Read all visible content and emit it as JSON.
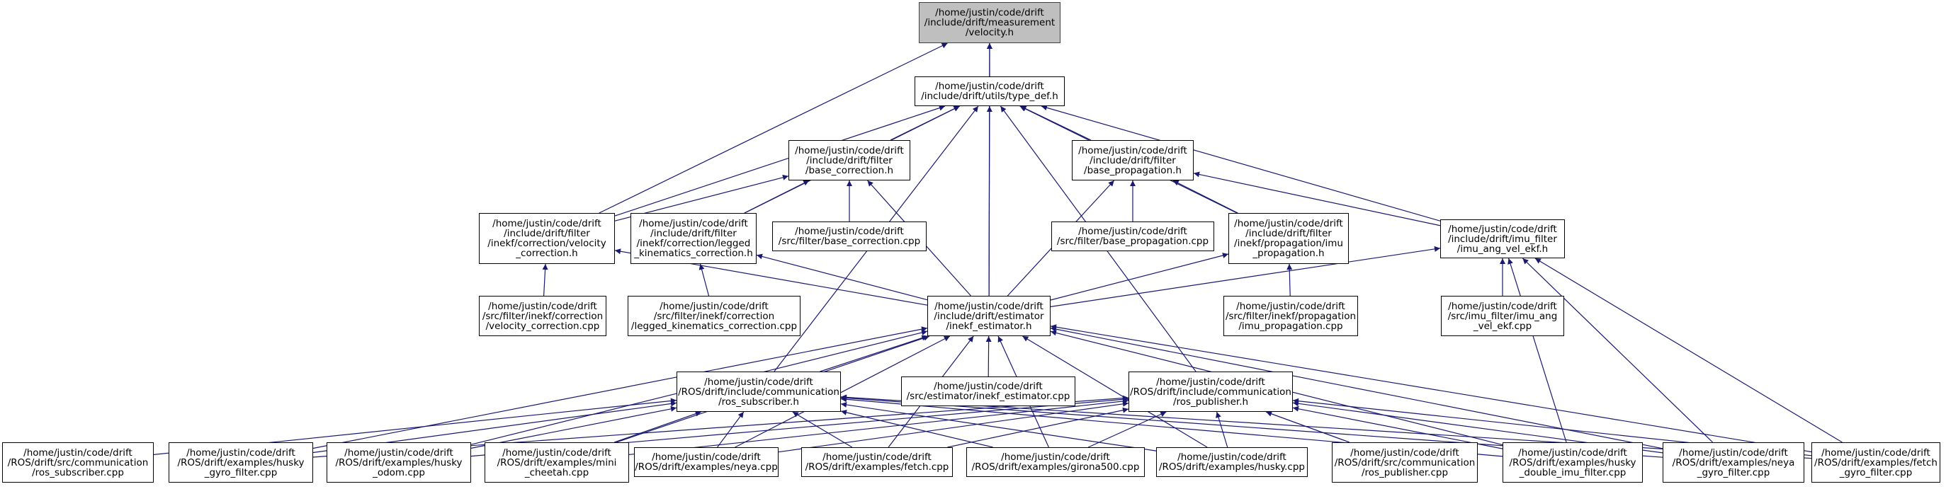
{
  "graph": {
    "edge_color": "#191970",
    "focus_fill": "#bfbfbf",
    "nodes": [
      {
        "id": "velocity_h",
        "label": "/home/justin/code/drift\n/include/drift/measurement\n/velocity.h",
        "focus": true
      },
      {
        "id": "type_def_h",
        "label": "/home/justin/code/drift\n/include/drift/utils/type_def.h"
      },
      {
        "id": "base_correction_h",
        "label": "/home/justin/code/drift\n/include/drift/filter\n/base_correction.h"
      },
      {
        "id": "base_propagation_h",
        "label": "/home/justin/code/drift\n/include/drift/filter\n/base_propagation.h"
      },
      {
        "id": "velocity_correction_h",
        "label": "/home/justin/code/drift\n/include/drift/filter\n/inekf/correction/velocity\n_correction.h"
      },
      {
        "id": "legged_kinematics_correction_h",
        "label": "/home/justin/code/drift\n/include/drift/filter\n/inekf/correction/legged\n_kinematics_correction.h"
      },
      {
        "id": "base_correction_cpp",
        "label": "/home/justin/code/drift\n/src/filter/base_correction.cpp"
      },
      {
        "id": "base_propagation_cpp",
        "label": "/home/justin/code/drift\n/src/filter/base_propagation.cpp"
      },
      {
        "id": "imu_propagation_h",
        "label": "/home/justin/code/drift\n/include/drift/filter\n/inekf/propagation/imu\n_propagation.h"
      },
      {
        "id": "imu_ang_vel_ekf_h",
        "label": "/home/justin/code/drift\n/include/drift/imu_filter\n/imu_ang_vel_ekf.h"
      },
      {
        "id": "velocity_correction_cpp",
        "label": "/home/justin/code/drift\n/src/filter/inekf/correction\n/velocity_correction.cpp"
      },
      {
        "id": "legged_kinematics_correction_cpp",
        "label": "/home/justin/code/drift\n/src/filter/inekf/correction\n/legged_kinematics_correction.cpp"
      },
      {
        "id": "inekf_estimator_h",
        "label": "/home/justin/code/drift\n/include/drift/estimator\n/inekf_estimator.h"
      },
      {
        "id": "imu_propagation_cpp",
        "label": "/home/justin/code/drift\n/src/filter/inekf/propagation\n/imu_propagation.cpp"
      },
      {
        "id": "imu_ang_vel_ekf_cpp",
        "label": "/home/justin/code/drift\n/src/imu_filter/imu_ang\n_vel_ekf.cpp"
      },
      {
        "id": "ros_subscriber_h",
        "label": "/home/justin/code/drift\n/ROS/drift/include/communication\n/ros_subscriber.h"
      },
      {
        "id": "inekf_estimator_cpp",
        "label": "/home/justin/code/drift\n/src/estimator/inekf_estimator.cpp"
      },
      {
        "id": "ros_publisher_h",
        "label": "/home/justin/code/drift\n/ROS/drift/include/communication\n/ros_publisher.h"
      },
      {
        "id": "ros_subscriber_cpp",
        "label": "/home/justin/code/drift\n/ROS/drift/src/communication\n/ros_subscriber.cpp"
      },
      {
        "id": "husky_gyro_filter_cpp",
        "label": "/home/justin/code/drift\n/ROS/drift/examples/husky\n_gyro_filter.cpp"
      },
      {
        "id": "husky_odom_cpp",
        "label": "/home/justin/code/drift\n/ROS/drift/examples/husky\n_odom.cpp"
      },
      {
        "id": "mini_cheetah_cpp",
        "label": "/home/justin/code/drift\n/ROS/drift/examples/mini\n_cheetah.cpp"
      },
      {
        "id": "neya_cpp",
        "label": "/home/justin/code/drift\n/ROS/drift/examples/neya.cpp"
      },
      {
        "id": "fetch_cpp",
        "label": "/home/justin/code/drift\n/ROS/drift/examples/fetch.cpp"
      },
      {
        "id": "girona500_cpp",
        "label": "/home/justin/code/drift\n/ROS/drift/examples/girona500.cpp"
      },
      {
        "id": "husky_cpp",
        "label": "/home/justin/code/drift\n/ROS/drift/examples/husky.cpp"
      },
      {
        "id": "ros_publisher_cpp",
        "label": "/home/justin/code/drift\n/ROS/drift/src/communication\n/ros_publisher.cpp"
      },
      {
        "id": "husky_double_imu_filter_cpp",
        "label": "/home/justin/code/drift\n/ROS/drift/examples/husky\n_double_imu_filter.cpp"
      },
      {
        "id": "neya_gyro_filter_cpp",
        "label": "/home/justin/code/drift\n/ROS/drift/examples/neya\n_gyro_filter.cpp"
      },
      {
        "id": "fetch_gyro_filter_cpp",
        "label": "/home/justin/code/drift\n/ROS/drift/examples/fetch\n_gyro_filter.cpp"
      }
    ],
    "edges": [
      [
        "type_def_h",
        "velocity_h"
      ],
      [
        "velocity_correction_h",
        "velocity_h"
      ],
      [
        "inekf_estimator_h",
        "velocity_h"
      ],
      [
        "base_correction_h",
        "type_def_h"
      ],
      [
        "base_propagation_h",
        "type_def_h"
      ],
      [
        "velocity_correction_h",
        "type_def_h"
      ],
      [
        "legged_kinematics_correction_h",
        "type_def_h"
      ],
      [
        "imu_propagation_h",
        "type_def_h"
      ],
      [
        "imu_ang_vel_ekf_h",
        "type_def_h"
      ],
      [
        "inekf_estimator_h",
        "type_def_h"
      ],
      [
        "ros_subscriber_h",
        "type_def_h"
      ],
      [
        "ros_publisher_h",
        "type_def_h"
      ],
      [
        "velocity_correction_h",
        "base_correction_h"
      ],
      [
        "legged_kinematics_correction_h",
        "base_correction_h"
      ],
      [
        "base_correction_cpp",
        "base_correction_h"
      ],
      [
        "inekf_estimator_h",
        "base_correction_h"
      ],
      [
        "base_propagation_cpp",
        "base_propagation_h"
      ],
      [
        "imu_propagation_h",
        "base_propagation_h"
      ],
      [
        "imu_ang_vel_ekf_h",
        "base_propagation_h"
      ],
      [
        "inekf_estimator_h",
        "base_propagation_h"
      ],
      [
        "velocity_correction_cpp",
        "velocity_correction_h"
      ],
      [
        "inekf_estimator_h",
        "velocity_correction_h"
      ],
      [
        "legged_kinematics_correction_cpp",
        "legged_kinematics_correction_h"
      ],
      [
        "inekf_estimator_h",
        "legged_kinematics_correction_h"
      ],
      [
        "imu_propagation_cpp",
        "imu_propagation_h"
      ],
      [
        "inekf_estimator_h",
        "imu_propagation_h"
      ],
      [
        "imu_ang_vel_ekf_cpp",
        "imu_ang_vel_ekf_h"
      ],
      [
        "inekf_estimator_h",
        "imu_ang_vel_ekf_h"
      ],
      [
        "husky_double_imu_filter_cpp",
        "imu_ang_vel_ekf_h"
      ],
      [
        "neya_gyro_filter_cpp",
        "imu_ang_vel_ekf_h"
      ],
      [
        "fetch_gyro_filter_cpp",
        "imu_ang_vel_ekf_h"
      ],
      [
        "ros_subscriber_h",
        "inekf_estimator_h"
      ],
      [
        "inekf_estimator_cpp",
        "inekf_estimator_h"
      ],
      [
        "husky_gyro_filter_cpp",
        "inekf_estimator_h"
      ],
      [
        "husky_odom_cpp",
        "inekf_estimator_h"
      ],
      [
        "mini_cheetah_cpp",
        "inekf_estimator_h"
      ],
      [
        "neya_cpp",
        "inekf_estimator_h"
      ],
      [
        "fetch_cpp",
        "inekf_estimator_h"
      ],
      [
        "girona500_cpp",
        "inekf_estimator_h"
      ],
      [
        "husky_cpp",
        "inekf_estimator_h"
      ],
      [
        "husky_double_imu_filter_cpp",
        "inekf_estimator_h"
      ],
      [
        "neya_gyro_filter_cpp",
        "inekf_estimator_h"
      ],
      [
        "fetch_gyro_filter_cpp",
        "inekf_estimator_h"
      ],
      [
        "ros_subscriber_cpp",
        "ros_subscriber_h"
      ],
      [
        "husky_gyro_filter_cpp",
        "ros_subscriber_h"
      ],
      [
        "husky_odom_cpp",
        "ros_subscriber_h"
      ],
      [
        "mini_cheetah_cpp",
        "ros_subscriber_h"
      ],
      [
        "neya_cpp",
        "ros_subscriber_h"
      ],
      [
        "fetch_cpp",
        "ros_subscriber_h"
      ],
      [
        "girona500_cpp",
        "ros_subscriber_h"
      ],
      [
        "husky_cpp",
        "ros_subscriber_h"
      ],
      [
        "husky_double_imu_filter_cpp",
        "ros_subscriber_h"
      ],
      [
        "neya_gyro_filter_cpp",
        "ros_subscriber_h"
      ],
      [
        "fetch_gyro_filter_cpp",
        "ros_subscriber_h"
      ],
      [
        "ros_publisher_cpp",
        "ros_publisher_h"
      ],
      [
        "husky_gyro_filter_cpp",
        "ros_publisher_h"
      ],
      [
        "husky_odom_cpp",
        "ros_publisher_h"
      ],
      [
        "mini_cheetah_cpp",
        "ros_publisher_h"
      ],
      [
        "neya_cpp",
        "ros_publisher_h"
      ],
      [
        "fetch_cpp",
        "ros_publisher_h"
      ],
      [
        "girona500_cpp",
        "ros_publisher_h"
      ],
      [
        "husky_cpp",
        "ros_publisher_h"
      ],
      [
        "husky_double_imu_filter_cpp",
        "ros_publisher_h"
      ],
      [
        "neya_gyro_filter_cpp",
        "ros_publisher_h"
      ],
      [
        "fetch_gyro_filter_cpp",
        "ros_publisher_h"
      ]
    ]
  }
}
